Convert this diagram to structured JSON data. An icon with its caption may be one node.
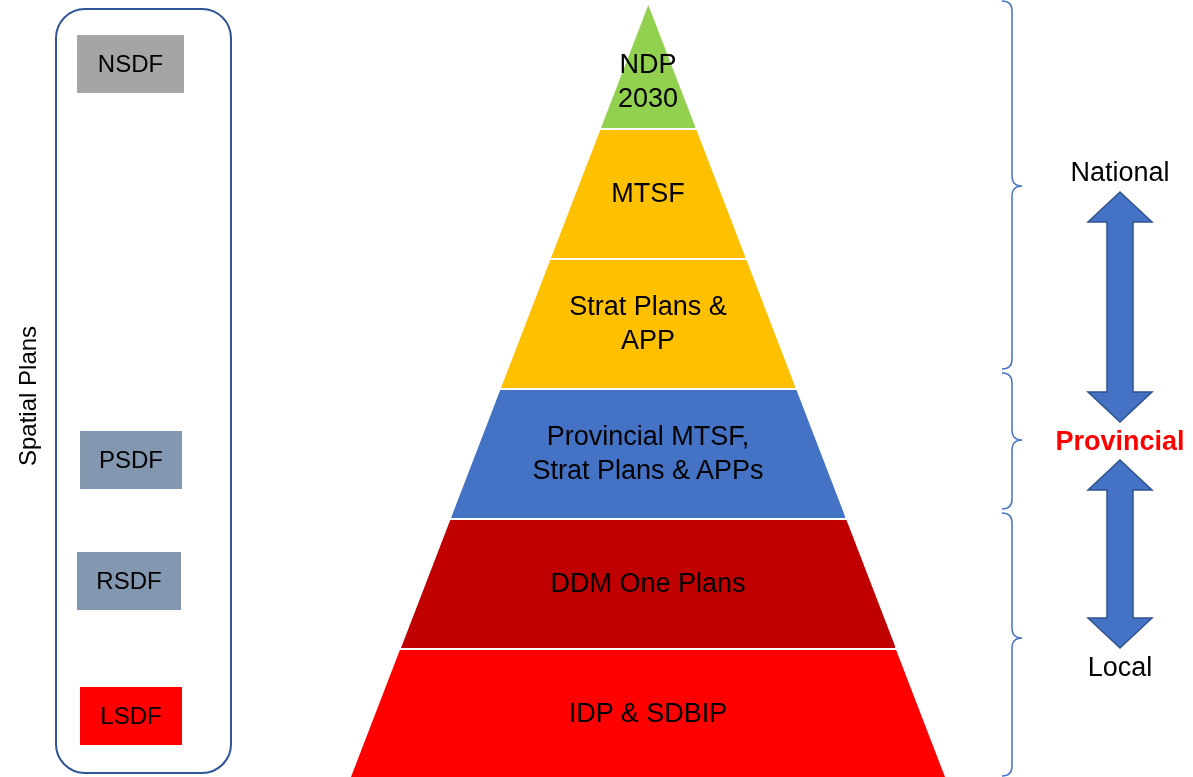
{
  "diagram": {
    "nodes": [
      {
        "text": [
          "Spatial Plans"
        ]
      },
      {
        "text": [
          "NSDF"
        ],
        "in": 0
      },
      {
        "text": [
          "PSDF"
        ],
        "in": 0
      },
      {
        "text": [
          "RSDF"
        ],
        "in": 0
      },
      {
        "text": [
          "LSDF"
        ],
        "in": 0
      },
      {
        "text": [
          "NDP 2030"
        ]
      },
      {
        "text": [
          "MTSF"
        ]
      },
      {
        "text": [
          "Strat Plans & APP"
        ]
      },
      {
        "text": [
          "Provincial MTSF, Strat Plans & APPs"
        ]
      },
      {
        "text": [
          "DDM One Plans"
        ]
      },
      {
        "text": [
          "IDP & SDBIP"
        ]
      },
      {
        "text": [
          "National"
        ]
      },
      {
        "text": [
          "Provincial"
        ]
      },
      {
        "text": [
          "Local"
        ]
      }
    ],
    "edges": [
      {
        "from": 11,
        "to": 12,
        "arrow": "both"
      },
      {
        "from": 12,
        "to": 13,
        "arrow": "both"
      }
    ]
  }
}
